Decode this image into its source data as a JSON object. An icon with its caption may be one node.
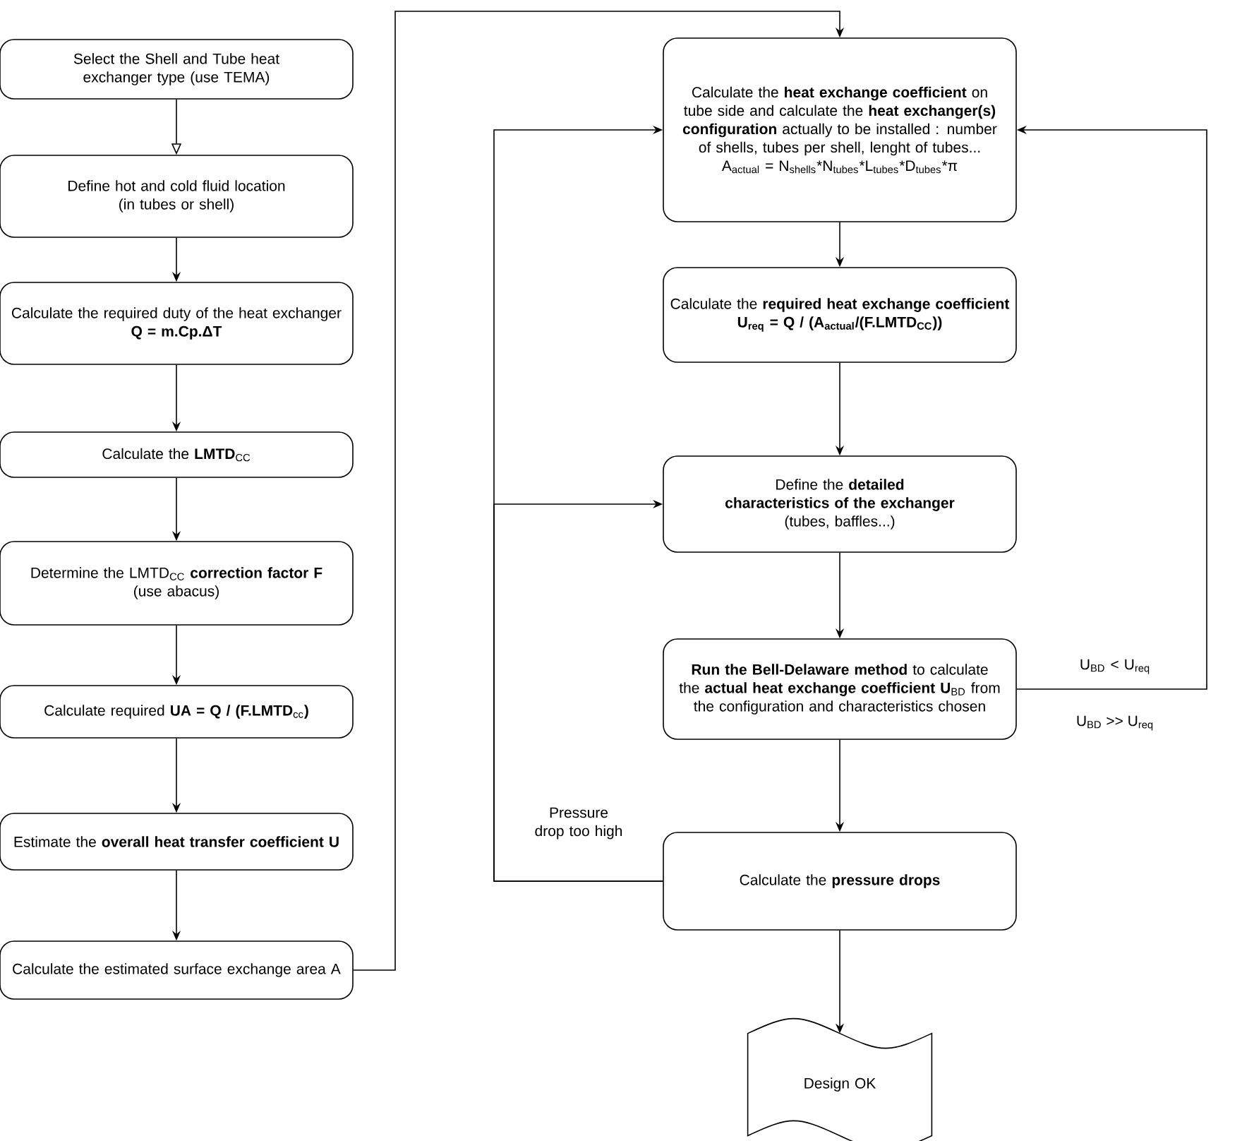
{
  "diagram": {
    "nodes": [
      {
        "text": [
          "Select the Shell and Tube heat exchanger type (use TEMA)"
        ]
      },
      {
        "text": [
          "Define hot and cold fluid location",
          "(in tubes or shell)"
        ]
      },
      {
        "text": [
          "Calculate the required duty of the heat exchanger",
          "Q = m.Cp.ΔT"
        ]
      },
      {
        "text": [
          "Calculate the **LMTD**$_{CC}$"
        ]
      },
      {
        "text": [
          "Determine the LMTD$_{CC}$ **correction factor F**",
          "(use abacus)"
        ]
      },
      {
        "text": [
          "Calculate required **UA = Q / (F.LMTD**$_{cc}$**)**"
        ]
      },
      {
        "text": [
          "Estimate the **overall heat transfer coefficient U**"
        ]
      },
      {
        "text": [
          "Calculate the estimated surface exchange area A"
        ]
      },
      {
        "text": [
          "Calculate the **heat exchange coefficient** on tube side and calculate the **heat exchanger(s) configuration** actually to be installed : number of shells, tubes per shell, lenght of tubes...",
          "A$_{actual}$ = N$_{shells}$*N$_{tubes}$*L$_{tubes}$*D$_{tubes}$*π"
        ]
      },
      {
        "text": [
          "Calculate the **required heat exchange coefficient**",
          "U$_{req}$ = Q / (A$_{actual}$/(F.LMTD$_{CC}$))"
        ]
      },
      {
        "text": [
          "Define the **detailed characteristics of the exchanger**",
          "(tubes, baffles...)"
        ]
      },
      {
        "text": [
          "**Run the Bell-Delaware method** to calculate the **actual heat exchange coefficient U**$_{BD}$ from the configuration and characteristics chosen"
        ]
      },
      {
        "text": [
          "Calculate the **pressure drops**"
        ]
      },
      {
        "text": [
          "Design OK"
        ]
      }
    ],
    "edges": [
      {
        "from": 0,
        "to": 1,
        "arrow": "to"
      },
      {
        "from": 1,
        "to": 2,
        "arrow": "to"
      },
      {
        "from": 2,
        "to": 3,
        "arrow": "to"
      },
      {
        "from": 3,
        "to": 4,
        "arrow": "to"
      },
      {
        "from": 4,
        "to": 5,
        "arrow": "to"
      },
      {
        "from": 5,
        "to": 6,
        "arrow": "to"
      },
      {
        "from": 6,
        "to": 7,
        "arrow": "to"
      },
      {
        "from": 7,
        "to": 8,
        "arrow": "to"
      },
      {
        "from": 8,
        "to": 9,
        "arrow": "to"
      },
      {
        "from": 9,
        "to": 10,
        "arrow": "to"
      },
      {
        "from": 10,
        "to": 11,
        "arrow": "to"
      },
      {
        "from": 11,
        "to": 12,
        "arrow": "to"
      },
      {
        "from": 12,
        "to": 13,
        "arrow": "to"
      },
      {
        "from": 11,
        "to": 8,
        "label": "U$_{BD}$ < U$_{req}$",
        "arrow": "to"
      },
      {
        "from": 12,
        "to": 8,
        "label": "Pressure drop too high",
        "arrow": "to"
      },
      {
        "from": 12,
        "to": 10,
        "arrow": "to"
      }
    ],
    "labels": [
      "U$_{BD}$ >> U$_{req}$"
    ]
  }
}
